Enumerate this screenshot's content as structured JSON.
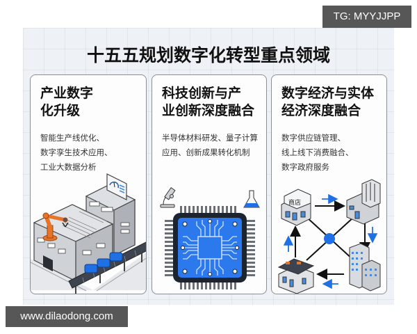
{
  "watermarks": {
    "top_right": "TG: MYYJJPP",
    "bottom_left": "www.dilaodong.com"
  },
  "title": "十五五规划数字化转型重点领域",
  "colors": {
    "accent_blue": "#1f6fe5",
    "chip_dark": "#1c2430",
    "robot_orange": "#e8742a",
    "panel_bg": "#eef1f5",
    "watermark_bg": "#575757"
  },
  "cards": [
    {
      "title_line1": "产业数字",
      "title_line2": "化升级",
      "desc_lines": [
        "智能生产线优化、",
        "数字孪生技术应用、",
        "工业大数据分析"
      ],
      "illustration": "smart-factory-icon"
    },
    {
      "title_line1": "科技创新与产",
      "title_line2": "业创新深度融合",
      "desc_lines": [
        "半导体材料研发、量子计算",
        "应用、创新成果转化机制"
      ],
      "illustration": "microchip-icon"
    },
    {
      "title_line1": "数字经济与实体",
      "title_line2": "经济深度融合",
      "desc_lines": [
        "数字供应链管理、",
        "线上线下消费融合、",
        "数字政府服务"
      ],
      "illustration": "network-hub-icon",
      "shop_sign": "商店"
    }
  ]
}
